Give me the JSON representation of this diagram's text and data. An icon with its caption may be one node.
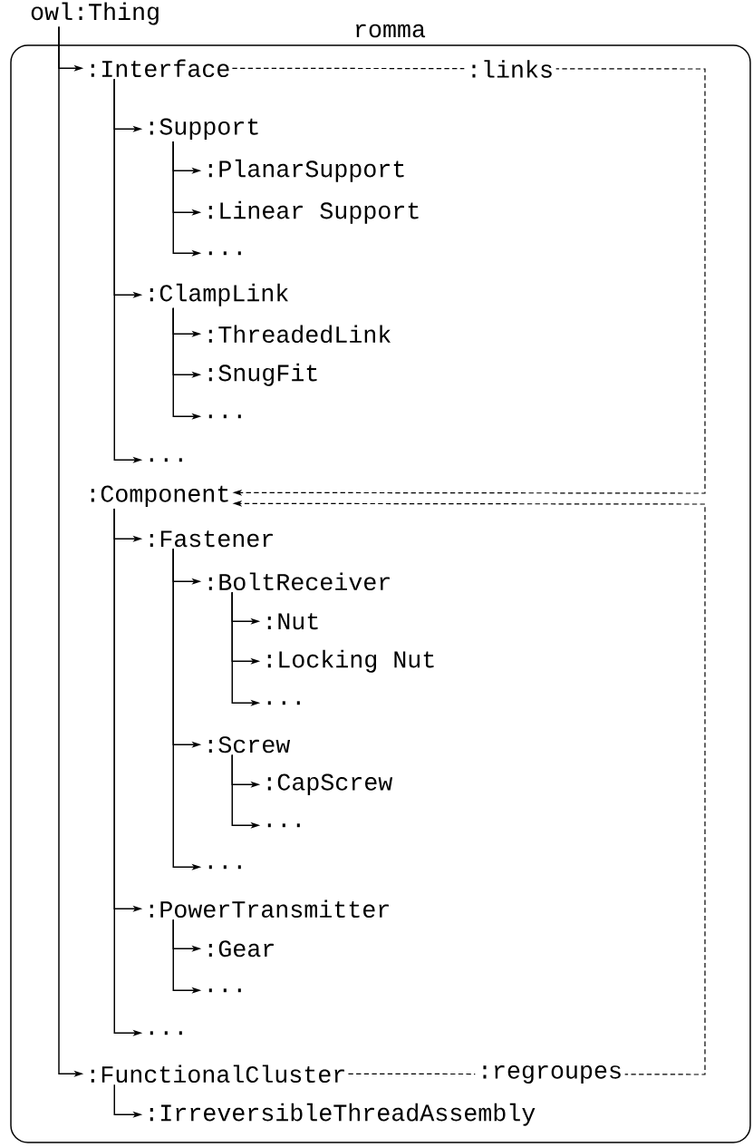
{
  "diagram": {
    "nodes": [
      {
        "text": [
          "owl:Thing"
        ]
      },
      {
        "text": [
          "romma"
        ]
      },
      {
        "text": [
          ":Interface"
        ],
        "in": 1
      },
      {
        "text": [
          ":Support"
        ],
        "in": 1
      },
      {
        "text": [
          ":PlanarSupport"
        ],
        "in": 1
      },
      {
        "text": [
          ":Linear Support"
        ],
        "in": 1
      },
      {
        "text": [
          "..."
        ],
        "in": 1
      },
      {
        "text": [
          ":ClampLink"
        ],
        "in": 1
      },
      {
        "text": [
          ":ThreadedLink"
        ],
        "in": 1
      },
      {
        "text": [
          ":SnugFit"
        ],
        "in": 1
      },
      {
        "text": [
          "..."
        ],
        "in": 1
      },
      {
        "text": [
          "..."
        ],
        "in": 1
      },
      {
        "text": [
          ":Component"
        ],
        "in": 1
      },
      {
        "text": [
          ":Fastener"
        ],
        "in": 1
      },
      {
        "text": [
          ":BoltReceiver"
        ],
        "in": 1
      },
      {
        "text": [
          ":Nut"
        ],
        "in": 1
      },
      {
        "text": [
          ":Locking Nut"
        ],
        "in": 1
      },
      {
        "text": [
          "..."
        ],
        "in": 1
      },
      {
        "text": [
          ":Screw"
        ],
        "in": 1
      },
      {
        "text": [
          ":CapScrew"
        ],
        "in": 1
      },
      {
        "text": [
          "..."
        ],
        "in": 1
      },
      {
        "text": [
          "..."
        ],
        "in": 1
      },
      {
        "text": [
          ":PowerTransmitter"
        ],
        "in": 1
      },
      {
        "text": [
          ":Gear"
        ],
        "in": 1
      },
      {
        "text": [
          "..."
        ],
        "in": 1
      },
      {
        "text": [
          "..."
        ],
        "in": 1
      },
      {
        "text": [
          ":FunctionalCluster"
        ],
        "in": 1
      },
      {
        "text": [
          ":IrreversibleThreadAssembly"
        ],
        "in": 1
      }
    ],
    "edges": [
      {
        "from": 0,
        "to": 2,
        "arrow": "to"
      },
      {
        "from": 0,
        "to": 26,
        "arrow": "to"
      },
      {
        "from": 2,
        "to": 3,
        "arrow": "to"
      },
      {
        "from": 3,
        "to": 4,
        "arrow": "to"
      },
      {
        "from": 3,
        "to": 5,
        "arrow": "to"
      },
      {
        "from": 3,
        "to": 6,
        "arrow": "to"
      },
      {
        "from": 2,
        "to": 7,
        "arrow": "to"
      },
      {
        "from": 7,
        "to": 8,
        "arrow": "to"
      },
      {
        "from": 7,
        "to": 9,
        "arrow": "to"
      },
      {
        "from": 7,
        "to": 10,
        "arrow": "to"
      },
      {
        "from": 2,
        "to": 11,
        "arrow": "to"
      },
      {
        "from": 12,
        "to": 13,
        "arrow": "to"
      },
      {
        "from": 13,
        "to": 14,
        "arrow": "to"
      },
      {
        "from": 14,
        "to": 15,
        "arrow": "to"
      },
      {
        "from": 14,
        "to": 16,
        "arrow": "to"
      },
      {
        "from": 14,
        "to": 17,
        "arrow": "to"
      },
      {
        "from": 13,
        "to": 18,
        "arrow": "to"
      },
      {
        "from": 18,
        "to": 19,
        "arrow": "to"
      },
      {
        "from": 18,
        "to": 20,
        "arrow": "to"
      },
      {
        "from": 13,
        "to": 21,
        "arrow": "to"
      },
      {
        "from": 12,
        "to": 22,
        "arrow": "to"
      },
      {
        "from": 22,
        "to": 23,
        "arrow": "to"
      },
      {
        "from": 22,
        "to": 24,
        "arrow": "to"
      },
      {
        "from": 12,
        "to": 25,
        "arrow": "to"
      },
      {
        "from": 26,
        "to": 27,
        "arrow": "to"
      },
      {
        "from": 2,
        "to": 12,
        "arrow": "to",
        "label": ":links",
        "style": "dashed"
      },
      {
        "from": 26,
        "to": 12,
        "arrow": "to",
        "label": ":regroupes",
        "style": "dashed"
      }
    ]
  }
}
